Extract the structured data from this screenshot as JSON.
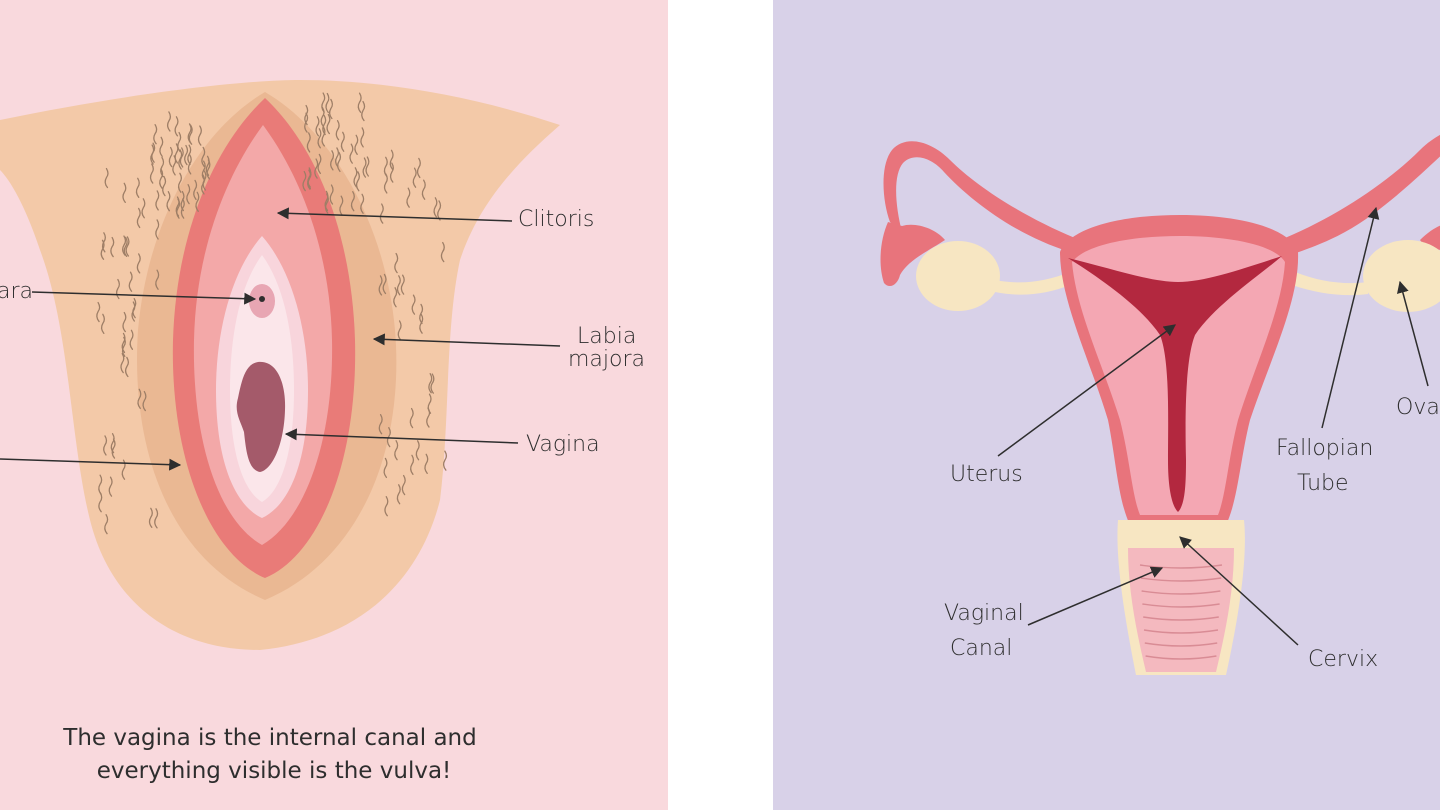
{
  "colors": {
    "left_panel_bg": "#f9d9dd",
    "right_panel_bg": "#d8d1e8",
    "divider_bg": "#ffffff",
    "skin": "#f3c9a8",
    "skin_dark": "#eab893",
    "labia_outer": "#e97b78",
    "labia_inner": "#f3a8a8",
    "vestibule": "#f8d5dc",
    "vagina_opening": "#a45a6a",
    "uterus_body": "#f4a7b3",
    "uterus_outline": "#e8747c",
    "uterine_cavity": "#b3283f",
    "ovary": "#f7e6c2",
    "cervix_canal": "#f4b9bf",
    "text": "#2e2e2e"
  },
  "vulva_diagram": {
    "labels": {
      "clitoris": "Clitoris",
      "urethra_partial": "ara",
      "labia_majora_line1": "Labia",
      "labia_majora_line2": "majora",
      "vagina": "Vagina"
    },
    "caption_line1": "The vagina is the internal canal and",
    "caption_line2": "everything visible is the vulva!"
  },
  "uterus_diagram": {
    "labels": {
      "uterus": "Uterus",
      "fallopian_line1": "Fallopian",
      "fallopian_line2": "Tube",
      "ovary_partial": "Ova",
      "vaginal_canal_line1": "Vaginal",
      "vaginal_canal_line2": "Canal",
      "cervix": "Cervix"
    }
  }
}
